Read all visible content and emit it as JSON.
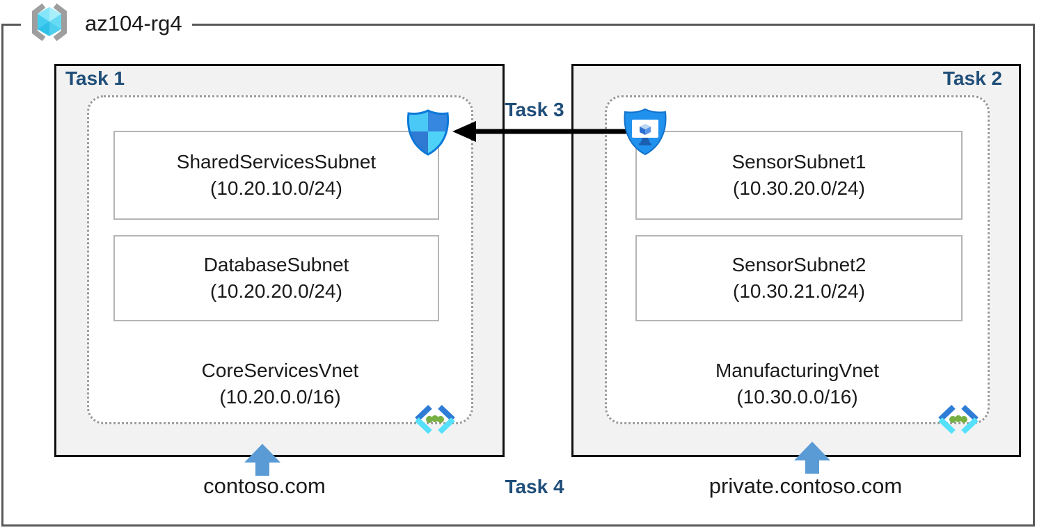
{
  "resource_group": {
    "name": "az104-rg4"
  },
  "tasks": {
    "task1_label": "Task 1",
    "task2_label": "Task 2",
    "task3_label": "Task 3",
    "task4_label": "Task 4"
  },
  "left_vnet": {
    "subnet1_name": "SharedServicesSubnet",
    "subnet1_cidr": "(10.20.10.0/24)",
    "subnet2_name": "DatabaseSubnet",
    "subnet2_cidr": "(10.20.20.0/24)",
    "vnet_name": "CoreServicesVnet",
    "vnet_cidr": "(10.20.0.0/16)",
    "domain": "contoso.com"
  },
  "right_vnet": {
    "subnet1_name": "SensorSubnet1",
    "subnet1_cidr": "(10.30.20.0/24)",
    "subnet2_name": "SensorSubnet2",
    "subnet2_cidr": "(10.30.21.0/24)",
    "vnet_name": "ManufacturingVnet",
    "vnet_cidr": "(10.30.0.0/16)",
    "domain": "private.contoso.com"
  },
  "icons": {
    "resource_group": "resource-group-icon",
    "nsg": "nsg-shield-icon",
    "shield_monitor": "shield-monitor-icon",
    "virtual_network": "virtual-network-icon",
    "up_arrow": "up-arrow-icon",
    "task3_arrow": "left-arrow-connector"
  },
  "colors": {
    "task_label": "#1f4e79",
    "box_fill": "#f2f2f2",
    "box_border": "#111111",
    "rg_border": "#595959",
    "dashed_border": "#9a9a9a",
    "subnet_border": "#b5b5b5",
    "up_arrow_blue": "#5b9bd5",
    "azure_blue": "#2191ee",
    "cyan": "#50e0fa",
    "green_dot": "#76b043"
  }
}
